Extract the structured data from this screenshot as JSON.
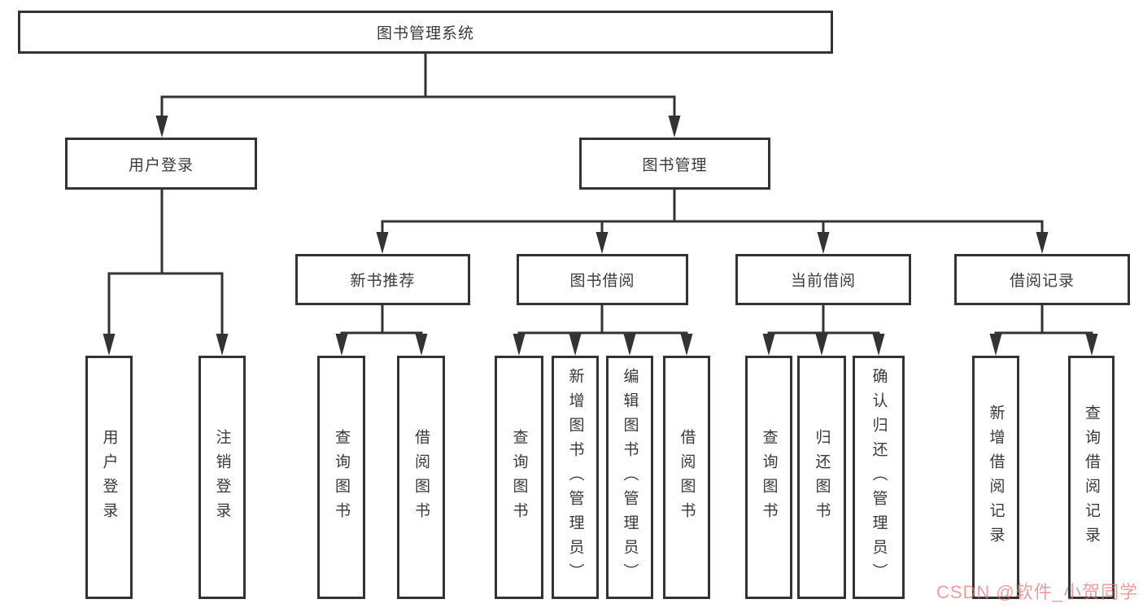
{
  "title": "图书管理系统",
  "watermark": {
    "text": "CSDN @软件_小贺同学",
    "color": "#e87777"
  },
  "colors": {
    "line": "#333333",
    "box_border": "#333333",
    "text": "#3a3a3a",
    "background": "#ffffff",
    "watermark": "#e87777"
  },
  "nodes": {
    "root": {
      "label": "图书管理系统",
      "level": 1
    },
    "user_login": {
      "label": "用户登录",
      "level": 2
    },
    "book_management": {
      "label": "图书管理",
      "level": 2
    },
    "new_book_recommend": {
      "label": "新书推荐",
      "level": 3
    },
    "book_borrow": {
      "label": "图书借阅",
      "level": 3
    },
    "current_borrow": {
      "label": "当前借阅",
      "level": 3
    },
    "borrow_record": {
      "label": "借阅记录",
      "level": 3
    },
    "leaf_user_login": {
      "label": "用户登录",
      "level": 4
    },
    "leaf_logout": {
      "label": "注销登录",
      "level": 4
    },
    "leaf_rec_query": {
      "label": "查询图书",
      "level": 4
    },
    "leaf_rec_borrow": {
      "label": "借阅图书",
      "level": 4
    },
    "leaf_bb_query": {
      "label": "查询图书",
      "level": 4
    },
    "leaf_bb_add": {
      "label": "新增图书（管理员）",
      "level": 4
    },
    "leaf_bb_edit": {
      "label": "编辑图书（管理员）",
      "level": 4
    },
    "leaf_bb_borrow": {
      "label": "借阅图书",
      "level": 4
    },
    "leaf_cb_query": {
      "label": "查询图书",
      "level": 4
    },
    "leaf_cb_return": {
      "label": "归还图书",
      "level": 4
    },
    "leaf_cb_confirm": {
      "label": "确认归还（管理员）",
      "level": 4
    },
    "leaf_br_add": {
      "label": "新增借阅记录",
      "level": 4
    },
    "leaf_br_query": {
      "label": "查询借阅记录",
      "level": 4
    }
  },
  "edges": [
    [
      "root",
      "user_login"
    ],
    [
      "root",
      "book_management"
    ],
    [
      "user_login",
      "leaf_user_login"
    ],
    [
      "user_login",
      "leaf_logout"
    ],
    [
      "book_management",
      "new_book_recommend"
    ],
    [
      "book_management",
      "book_borrow"
    ],
    [
      "book_management",
      "current_borrow"
    ],
    [
      "book_management",
      "borrow_record"
    ],
    [
      "new_book_recommend",
      "leaf_rec_query"
    ],
    [
      "new_book_recommend",
      "leaf_rec_borrow"
    ],
    [
      "book_borrow",
      "leaf_bb_query"
    ],
    [
      "book_borrow",
      "leaf_bb_add"
    ],
    [
      "book_borrow",
      "leaf_bb_edit"
    ],
    [
      "book_borrow",
      "leaf_bb_borrow"
    ],
    [
      "current_borrow",
      "leaf_cb_query"
    ],
    [
      "current_borrow",
      "leaf_cb_return"
    ],
    [
      "current_borrow",
      "leaf_cb_confirm"
    ],
    [
      "borrow_record",
      "leaf_br_add"
    ],
    [
      "borrow_record",
      "leaf_br_query"
    ]
  ]
}
